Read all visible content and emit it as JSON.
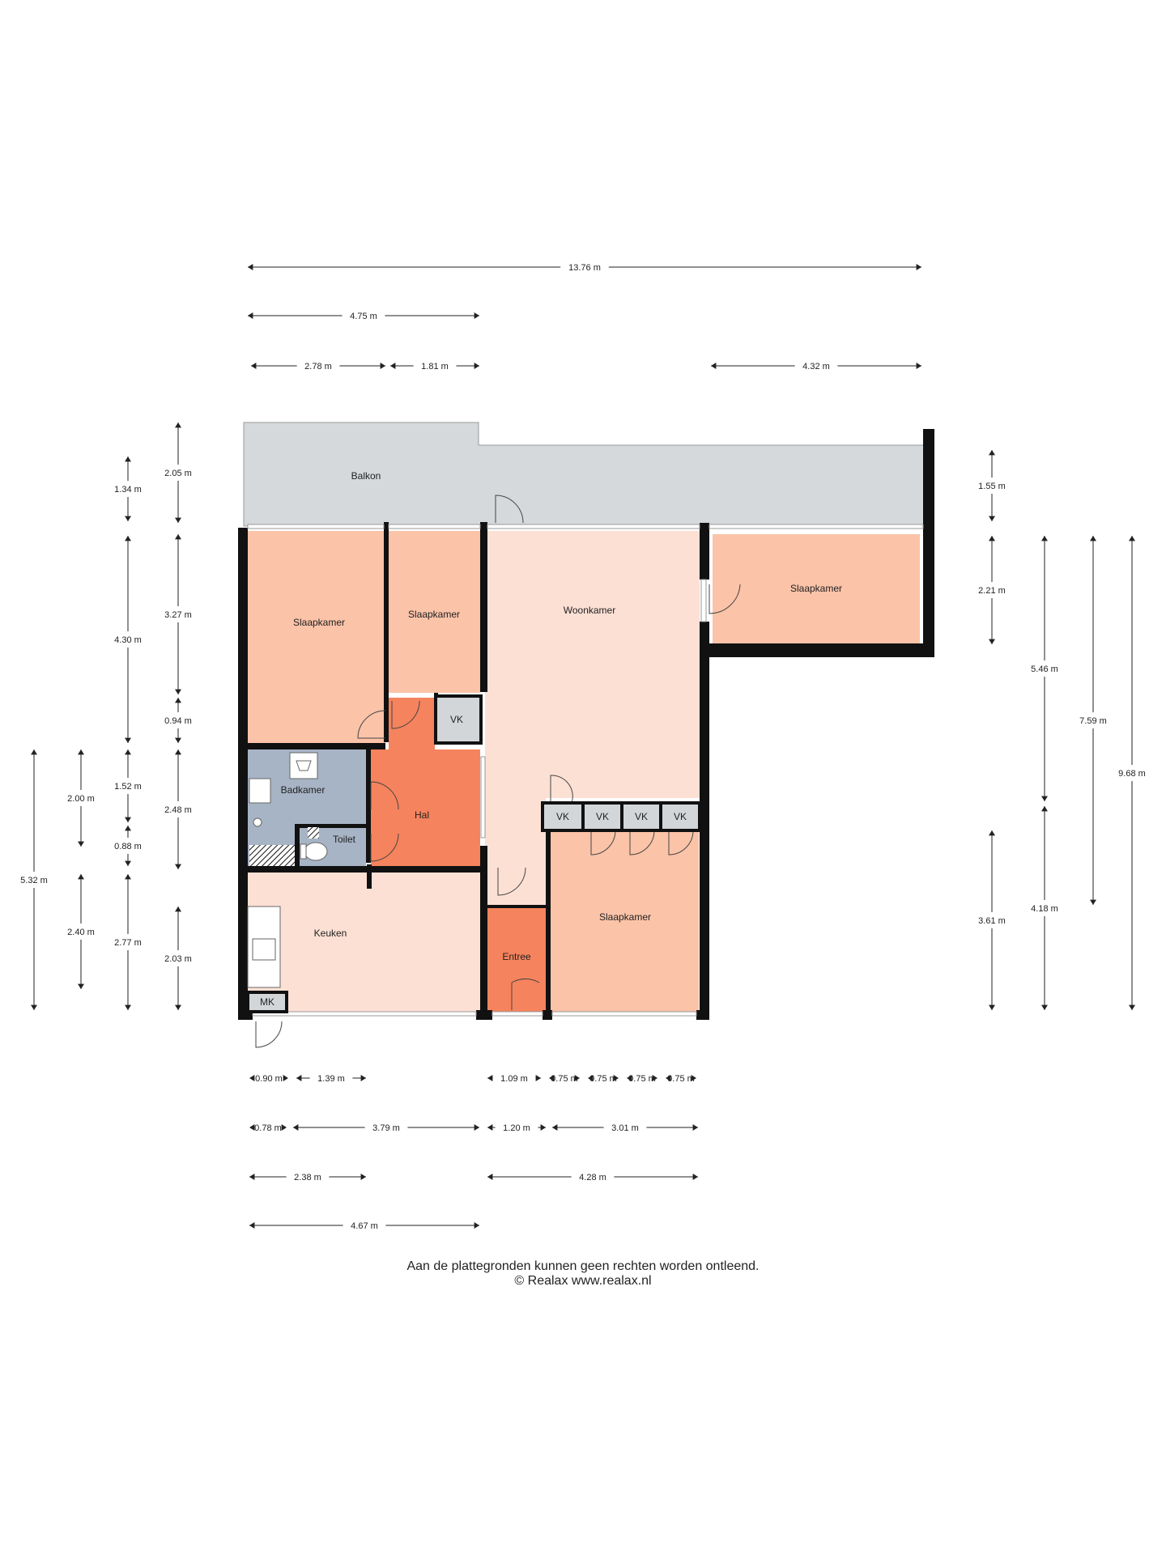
{
  "rooms": {
    "balkon": "Balkon",
    "slaapkamer_1": "Slaapkamer",
    "slaapkamer_2": "Slaapkamer",
    "slaapkamer_3": "Slaapkamer",
    "slaapkamer_4": "Slaapkamer",
    "woonkamer": "Woonkamer",
    "badkamer": "Badkamer",
    "toilet": "Toilet",
    "hal": "Hal",
    "keuken": "Keuken",
    "entree": "Entree",
    "vk_1": "VK",
    "vk_2": "VK",
    "vk_3": "VK",
    "vk_4": "VK",
    "vk_5": "VK",
    "mk": "MK"
  },
  "dimensions": {
    "top": [
      "13.76 m",
      "4.75 m",
      "2.78 m",
      "1.81 m",
      "4.32 m"
    ],
    "left_col3": [
      "2.05 m",
      "3.27 m",
      "0.94 m",
      "2.48 m",
      "2.03 m"
    ],
    "left_col2": [
      "1.34 m",
      "4.30 m",
      "1.52 m",
      "0.88 m",
      "2.77 m"
    ],
    "left_col1b": [
      "2.00 m",
      "2.40 m"
    ],
    "left_col1a": [
      "5.32 m"
    ],
    "right_col1": [
      "1.55 m",
      "2.21 m",
      "3.61 m"
    ],
    "right_col2": [
      "5.46 m",
      "4.18 m"
    ],
    "right_col3": [
      "7.59 m"
    ],
    "right_col4": [
      "9.68 m"
    ],
    "bottom_row1": [
      "0.90 m",
      "1.39 m",
      "1.09 m",
      "0.75 m",
      "0.75 m",
      "0.75 m",
      "0.75 m"
    ],
    "bottom_row2": [
      "0.78 m",
      "3.79 m",
      "1.20 m",
      "3.01 m"
    ],
    "bottom_row3": [
      "2.38 m",
      "4.28 m"
    ],
    "bottom_row4": [
      "4.67 m"
    ]
  },
  "colors": {
    "balkon": "#d5d9dc",
    "slaapkamer": "#fbc3a8",
    "woonkamer": "#fde0d4",
    "keuken": "#fde0d4",
    "hal": "#f5835d",
    "entree": "#f5835d",
    "badkamer": "#a7b4c5",
    "vk": "#d3d6d9",
    "wall": "#111111"
  },
  "footer": {
    "line1": "Aan de plattegronden kunnen geen rechten worden ontleend.",
    "line2": "© Realax www.realax.nl"
  }
}
